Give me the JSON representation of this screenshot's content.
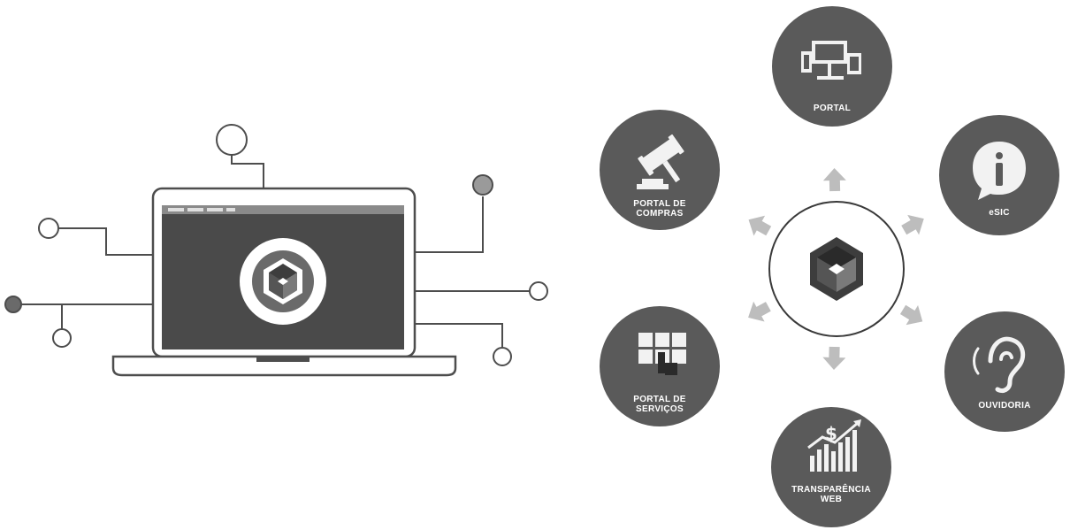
{
  "laptop": {
    "logo_icon": "cube-logo-icon",
    "screen_color": "#4a4a4a",
    "connector_color": "#4d4d4d"
  },
  "hub": {
    "logo_icon": "cube-logo-icon"
  },
  "modules": [
    {
      "id": "portal",
      "lines": [
        "PORTAL"
      ],
      "icon": "devices-icon"
    },
    {
      "id": "esic",
      "lines": [
        "eSIC"
      ],
      "icon": "info-bubble-icon"
    },
    {
      "id": "ouvidoria",
      "lines": [
        "OUVIDORIA"
      ],
      "icon": "ear-icon"
    },
    {
      "id": "transparencia",
      "lines": [
        "TRANSPARÊNCIA",
        "WEB"
      ],
      "icon": "money-chart-icon"
    },
    {
      "id": "servicos",
      "lines": [
        "PORTAL DE",
        "SERVIÇOS"
      ],
      "icon": "touch-grid-icon"
    },
    {
      "id": "compras",
      "lines": [
        "PORTAL DE",
        "COMPRAS"
      ],
      "icon": "gavel-icon"
    }
  ],
  "colors": {
    "module_circle": "#5a5a5a",
    "arrow": "#bdbdbd",
    "ring": "#3a3a3a"
  }
}
